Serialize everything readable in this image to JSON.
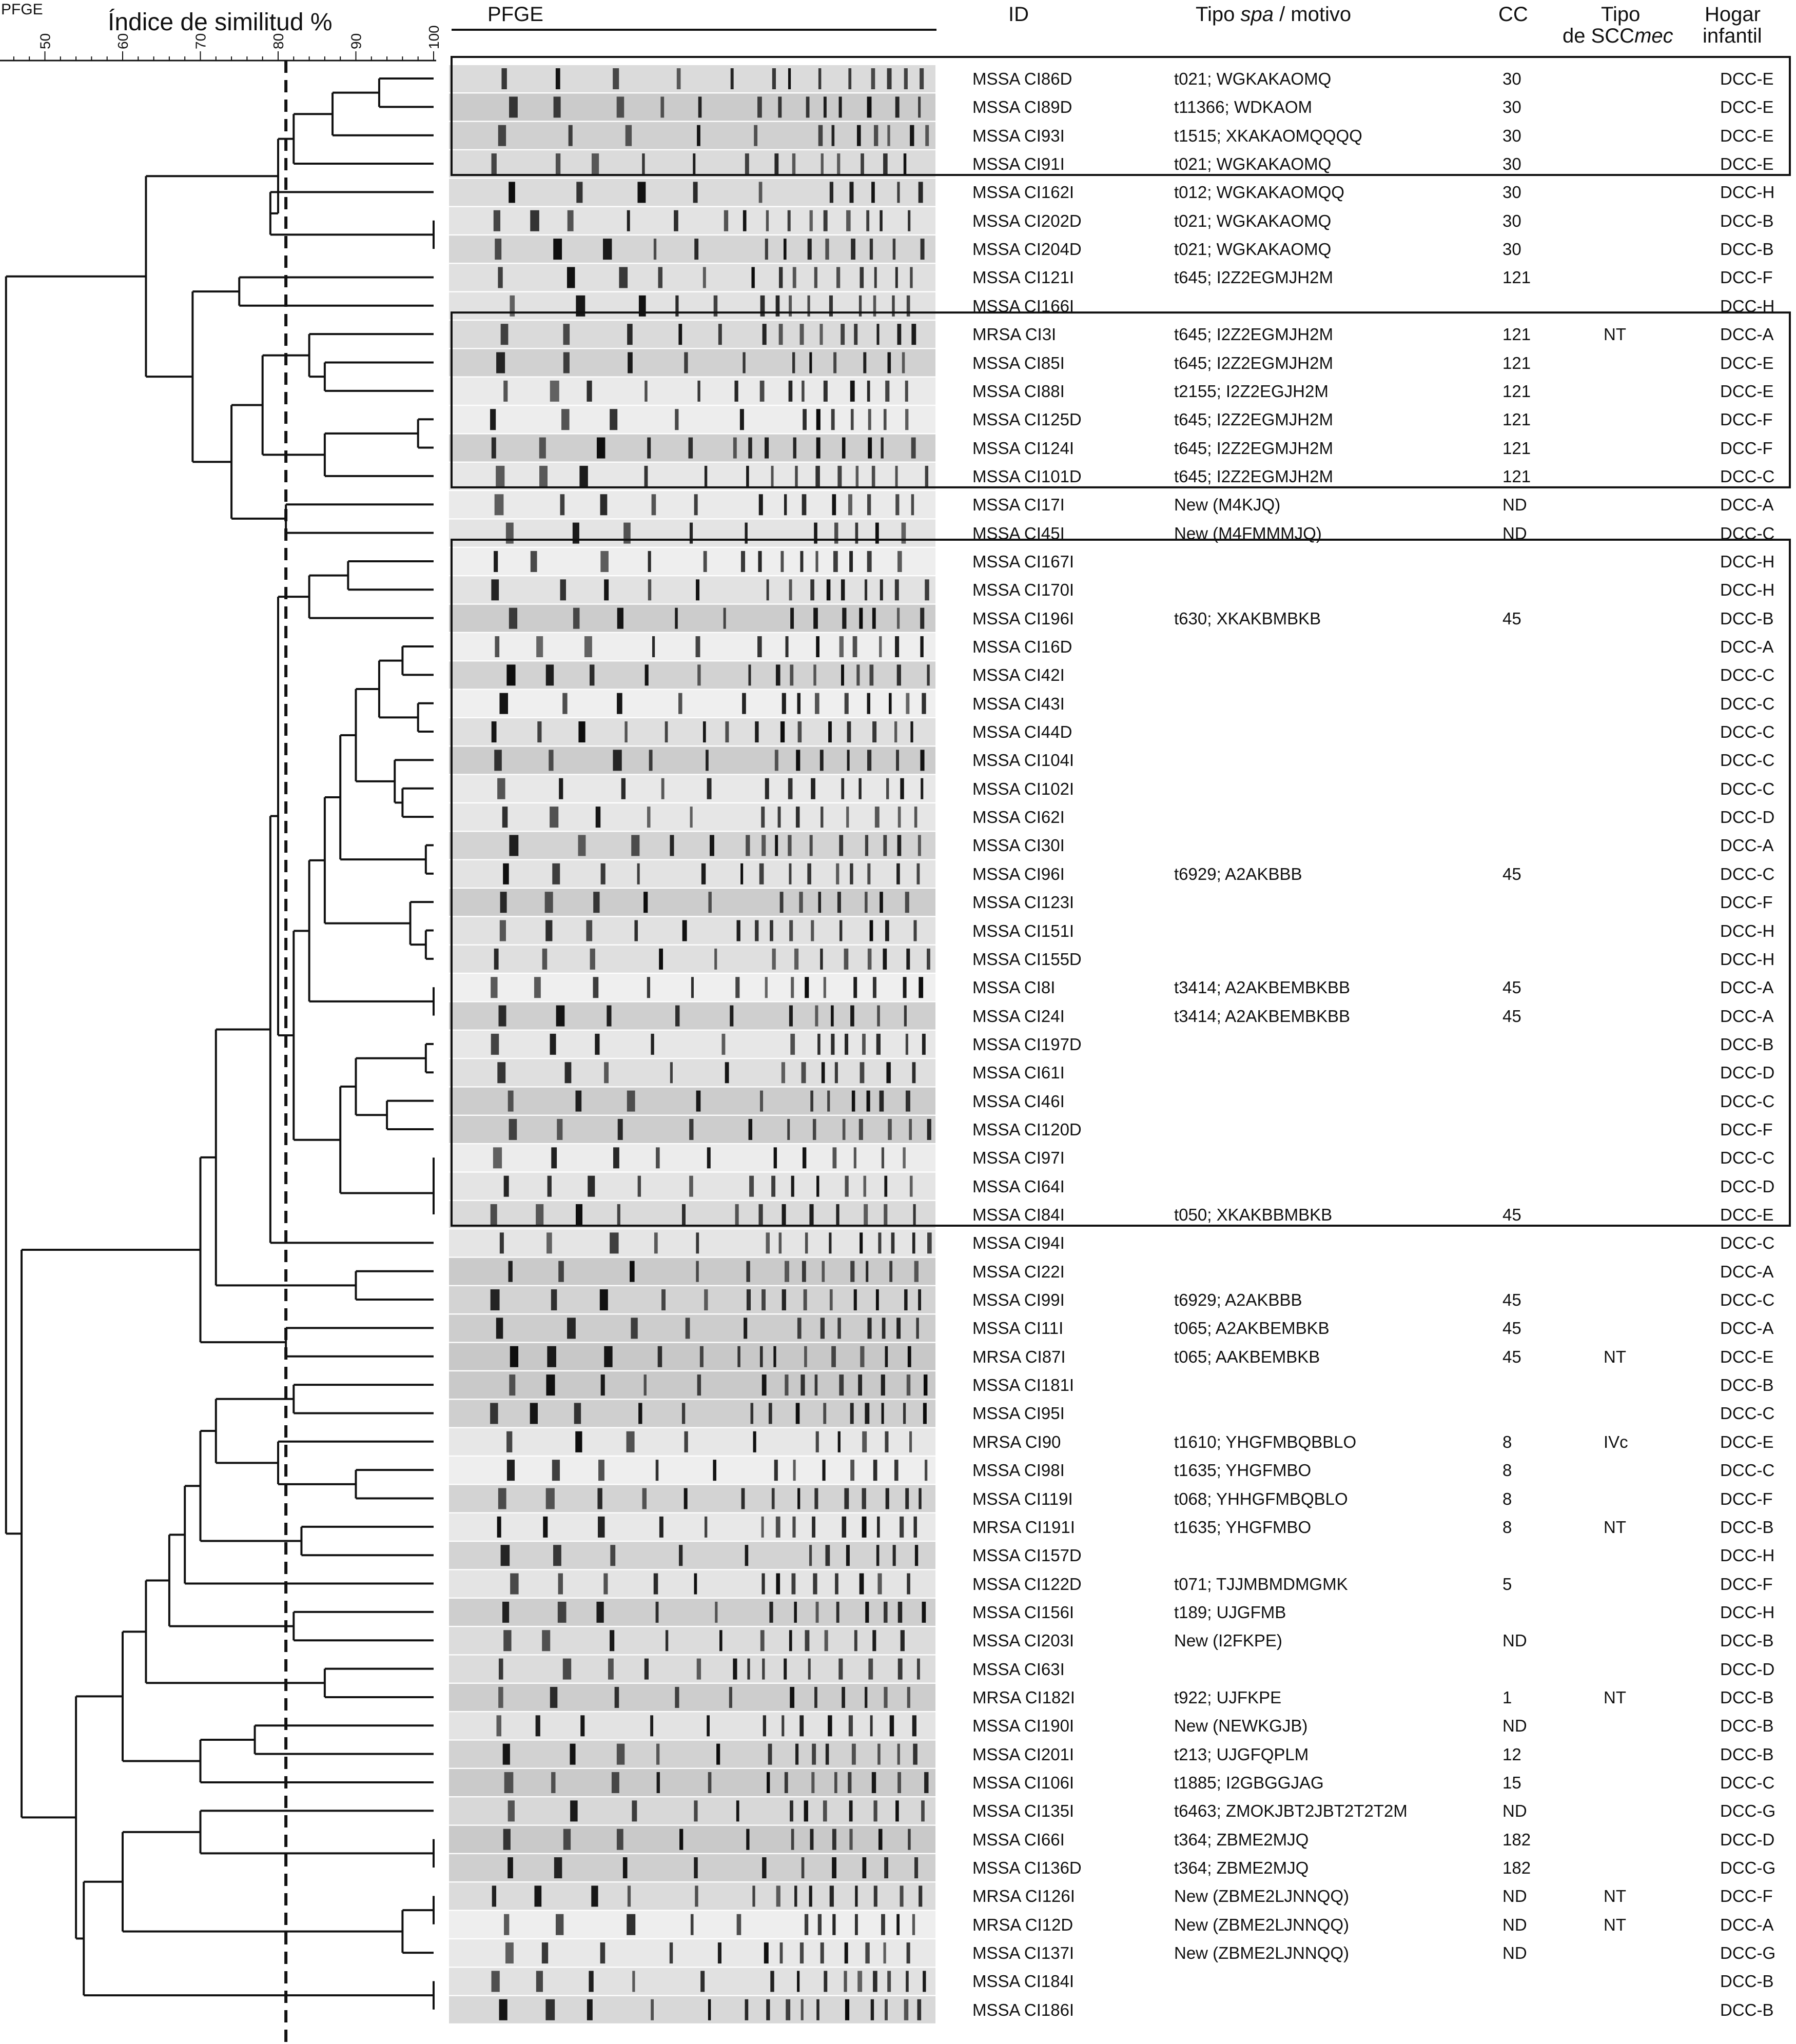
{
  "header": {
    "pfge_small": "PFGE",
    "axis_title": "Índice de similitud %",
    "pfge_gel": "PFGE",
    "id": "ID",
    "spa_prefix": "Tipo ",
    "spa_italic": "spa",
    "spa_suffix": " / motivo",
    "cc": "CC",
    "scc_line1": "Tipo",
    "scc_prefix": "de SCC",
    "scc_italic": "mec",
    "hogar_line1": "Hogar",
    "hogar_line2": "infantil"
  },
  "axis_ticks": [
    "50",
    "60",
    "70",
    "80",
    "90",
    "100"
  ],
  "cutoff": 81,
  "colors": {
    "line": "#111111",
    "gel_bg": "#d9d9d9",
    "band": "#0a0a0a"
  },
  "rows": [
    {
      "id": "MSSA CI86D",
      "spa": "t021; WGKAKAOMQ",
      "cc": "30",
      "scc": "",
      "home": "DCC-E"
    },
    {
      "id": "MSSA CI89D",
      "spa": "t11366; WDKAOM",
      "cc": "30",
      "scc": "",
      "home": "DCC-E"
    },
    {
      "id": "MSSA CI93I",
      "spa": "t1515; XKAKAOMQQQQ",
      "cc": "30",
      "scc": "",
      "home": "DCC-E"
    },
    {
      "id": "MSSA CI91I",
      "spa": "t021; WGKAKAOMQ",
      "cc": "30",
      "scc": "",
      "home": "DCC-E"
    },
    {
      "id": "MSSA CI162I",
      "spa": "t012; WGKAKAOMQQ",
      "cc": "30",
      "scc": "",
      "home": "DCC-H"
    },
    {
      "id": "MSSA CI202D",
      "spa": "t021; WGKAKAOMQ",
      "cc": "30",
      "scc": "",
      "home": "DCC-B"
    },
    {
      "id": "MSSA CI204D",
      "spa": "t021; WGKAKAOMQ",
      "cc": "30",
      "scc": "",
      "home": "DCC-B"
    },
    {
      "id": "MSSA CI121I",
      "spa": "t645; I2Z2EGMJH2M",
      "cc": "121",
      "scc": "",
      "home": "DCC-F"
    },
    {
      "id": "MSSA CI166I",
      "spa": "",
      "cc": "",
      "scc": "",
      "home": "DCC-H"
    },
    {
      "id": "MRSA CI3I",
      "spa": "t645; I2Z2EGMJH2M",
      "cc": "121",
      "scc": "NT",
      "home": "DCC-A"
    },
    {
      "id": "MSSA CI85I",
      "spa": "t645; I2Z2EGMJH2M",
      "cc": "121",
      "scc": "",
      "home": "DCC-E"
    },
    {
      "id": "MSSA CI88I",
      "spa": "t2155; I2Z2EGJH2M",
      "cc": "121",
      "scc": "",
      "home": "DCC-E"
    },
    {
      "id": "MSSA CI125D",
      "spa": "t645; I2Z2EGMJH2M",
      "cc": "121",
      "scc": "",
      "home": "DCC-F"
    },
    {
      "id": "MSSA CI124I",
      "spa": "t645; I2Z2EGMJH2M",
      "cc": "121",
      "scc": "",
      "home": "DCC-F"
    },
    {
      "id": "MSSA CI101D",
      "spa": "t645; I2Z2EGMJH2M",
      "cc": "121",
      "scc": "",
      "home": "DCC-C"
    },
    {
      "id": "MSSA CI17I",
      "spa": "New (M4KJQ)",
      "cc": "ND",
      "scc": "",
      "home": "DCC-A"
    },
    {
      "id": "MSSA CI45I",
      "spa": "New (M4FMMMJQ)",
      "cc": "ND",
      "scc": "",
      "home": "DCC-C"
    },
    {
      "id": "MSSA CI167I",
      "spa": "",
      "cc": "",
      "scc": "",
      "home": "DCC-H"
    },
    {
      "id": "MSSA CI170I",
      "spa": "",
      "cc": "",
      "scc": "",
      "home": "DCC-H"
    },
    {
      "id": "MSSA CI196I",
      "spa": "t630; XKAKBMBKB",
      "cc": "45",
      "scc": "",
      "home": "DCC-B"
    },
    {
      "id": "MSSA CI16D",
      "spa": "",
      "cc": "",
      "scc": "",
      "home": "DCC-A"
    },
    {
      "id": "MSSA CI42I",
      "spa": "",
      "cc": "",
      "scc": "",
      "home": "DCC-C"
    },
    {
      "id": "MSSA CI43I",
      "spa": "",
      "cc": "",
      "scc": "",
      "home": "DCC-C"
    },
    {
      "id": "MSSA CI44D",
      "spa": "",
      "cc": "",
      "scc": "",
      "home": "DCC-C"
    },
    {
      "id": "MSSA CI104I",
      "spa": "",
      "cc": "",
      "scc": "",
      "home": "DCC-C"
    },
    {
      "id": "MSSA CI102I",
      "spa": "",
      "cc": "",
      "scc": "",
      "home": "DCC-C"
    },
    {
      "id": "MSSA CI62I",
      "spa": "",
      "cc": "",
      "scc": "",
      "home": "DCC-D"
    },
    {
      "id": "MSSA CI30I",
      "spa": "",
      "cc": "",
      "scc": "",
      "home": "DCC-A"
    },
    {
      "id": "MSSA CI96I",
      "spa": "t6929; A2AKBBB",
      "cc": "45",
      "scc": "",
      "home": "DCC-C"
    },
    {
      "id": "MSSA CI123I",
      "spa": "",
      "cc": "",
      "scc": "",
      "home": "DCC-F"
    },
    {
      "id": "MSSA CI151I",
      "spa": "",
      "cc": "",
      "scc": "",
      "home": "DCC-H"
    },
    {
      "id": "MSSA CI155D",
      "spa": "",
      "cc": "",
      "scc": "",
      "home": "DCC-H"
    },
    {
      "id": "MSSA CI8I",
      "spa": "t3414; A2AKBEMBKBB",
      "cc": "45",
      "scc": "",
      "home": "DCC-A"
    },
    {
      "id": "MSSA CI24I",
      "spa": "t3414; A2AKBEMBKBB",
      "cc": "45",
      "scc": "",
      "home": "DCC-A"
    },
    {
      "id": "MSSA CI197D",
      "spa": "",
      "cc": "",
      "scc": "",
      "home": "DCC-B"
    },
    {
      "id": "MSSA CI61I",
      "spa": "",
      "cc": "",
      "scc": "",
      "home": "DCC-D"
    },
    {
      "id": "MSSA CI46I",
      "spa": "",
      "cc": "",
      "scc": "",
      "home": "DCC-C"
    },
    {
      "id": "MSSA CI120D",
      "spa": "",
      "cc": "",
      "scc": "",
      "home": "DCC-F"
    },
    {
      "id": "MSSA CI97I",
      "spa": "",
      "cc": "",
      "scc": "",
      "home": "DCC-C"
    },
    {
      "id": "MSSA CI64I",
      "spa": "",
      "cc": "",
      "scc": "",
      "home": "DCC-D"
    },
    {
      "id": "MSSA CI84I",
      "spa": "t050; XKAKBBMBKB",
      "cc": "45",
      "scc": "",
      "home": "DCC-E"
    },
    {
      "id": "MSSA CI94I",
      "spa": "",
      "cc": "",
      "scc": "",
      "home": "DCC-C"
    },
    {
      "id": "MSSA CI22I",
      "spa": "",
      "cc": "",
      "scc": "",
      "home": "DCC-A"
    },
    {
      "id": "MSSA CI99I",
      "spa": "t6929; A2AKBBB",
      "cc": "45",
      "scc": "",
      "home": "DCC-C"
    },
    {
      "id": "MSSA CI11I",
      "spa": "t065; A2AKBEMBKB",
      "cc": "45",
      "scc": "",
      "home": "DCC-A"
    },
    {
      "id": "MRSA CI87I",
      "spa": "t065; AAKBEMBKB",
      "cc": "45",
      "scc": "NT",
      "home": "DCC-E"
    },
    {
      "id": "MSSA CI181I",
      "spa": "",
      "cc": "",
      "scc": "",
      "home": "DCC-B"
    },
    {
      "id": "MSSA CI95I",
      "spa": "",
      "cc": "",
      "scc": "",
      "home": "DCC-C"
    },
    {
      "id": "MRSA CI90",
      "spa": "t1610; YHGFMBQBBLO",
      "cc": "8",
      "scc": "IVc",
      "home": "DCC-E"
    },
    {
      "id": "MSSA CI98I",
      "spa": "t1635; YHGFMBO",
      "cc": "8",
      "scc": "",
      "home": "DCC-C"
    },
    {
      "id": "MSSA CI119I",
      "spa": "t068; YHHGFMBQBLO",
      "cc": "8",
      "scc": "",
      "home": "DCC-F"
    },
    {
      "id": "MRSA CI191I",
      "spa": "t1635; YHGFMBO",
      "cc": "8",
      "scc": "NT",
      "home": "DCC-B"
    },
    {
      "id": "MSSA CI157D",
      "spa": "",
      "cc": "",
      "scc": "",
      "home": "DCC-H"
    },
    {
      "id": "MSSA CI122D",
      "spa": "t071; TJJMBMDMGMK",
      "cc": "5",
      "scc": "",
      "home": "DCC-F"
    },
    {
      "id": "MSSA CI156I",
      "spa": "t189; UJGFMB",
      "cc": "",
      "scc": "",
      "home": "DCC-H"
    },
    {
      "id": "MSSA CI203I",
      "spa": "New (I2FKPE)",
      "cc": "ND",
      "scc": "",
      "home": "DCC-B"
    },
    {
      "id": "MSSA CI63I",
      "spa": "",
      "cc": "",
      "scc": "",
      "home": "DCC-D"
    },
    {
      "id": "MRSA CI182I",
      "spa": "t922; UJFKPE",
      "cc": "1",
      "scc": "NT",
      "home": "DCC-B"
    },
    {
      "id": "MSSA CI190I",
      "spa": "New (NEWKGJB)",
      "cc": "ND",
      "scc": "",
      "home": "DCC-B"
    },
    {
      "id": "MSSA CI201I",
      "spa": "t213; UJGFQPLM",
      "cc": "12",
      "scc": "",
      "home": "DCC-B"
    },
    {
      "id": "MSSA CI106I",
      "spa": "t1885; I2GBGGJAG",
      "cc": "15",
      "scc": "",
      "home": "DCC-C"
    },
    {
      "id": "MSSA CI135I",
      "spa": "t6463; ZMOKJBT2JBT2T2T2M",
      "cc": "ND",
      "scc": "",
      "home": "DCC-G"
    },
    {
      "id": "MSSA CI66I",
      "spa": "t364; ZBME2MJQ",
      "cc": "182",
      "scc": "",
      "home": "DCC-D"
    },
    {
      "id": "MSSA CI136D",
      "spa": "t364; ZBME2MJQ",
      "cc": "182",
      "scc": "",
      "home": "DCC-G"
    },
    {
      "id": "MRSA CI126I",
      "spa": "New (ZBME2LJNNQQ)",
      "cc": "ND",
      "scc": "NT",
      "home": "DCC-F"
    },
    {
      "id": "MRSA CI12D",
      "spa": "New (ZBME2LJNNQQ)",
      "cc": "ND",
      "scc": "NT",
      "home": "DCC-A"
    },
    {
      "id": "MSSA CI137I",
      "spa": "New (ZBME2LJNNQQ)",
      "cc": "ND",
      "scc": "",
      "home": "DCC-G"
    },
    {
      "id": "MSSA CI184I",
      "spa": "",
      "cc": "",
      "scc": "",
      "home": "DCC-B"
    },
    {
      "id": "MSSA CI186I",
      "spa": "",
      "cc": "",
      "scc": "",
      "home": "DCC-B"
    }
  ]
}
